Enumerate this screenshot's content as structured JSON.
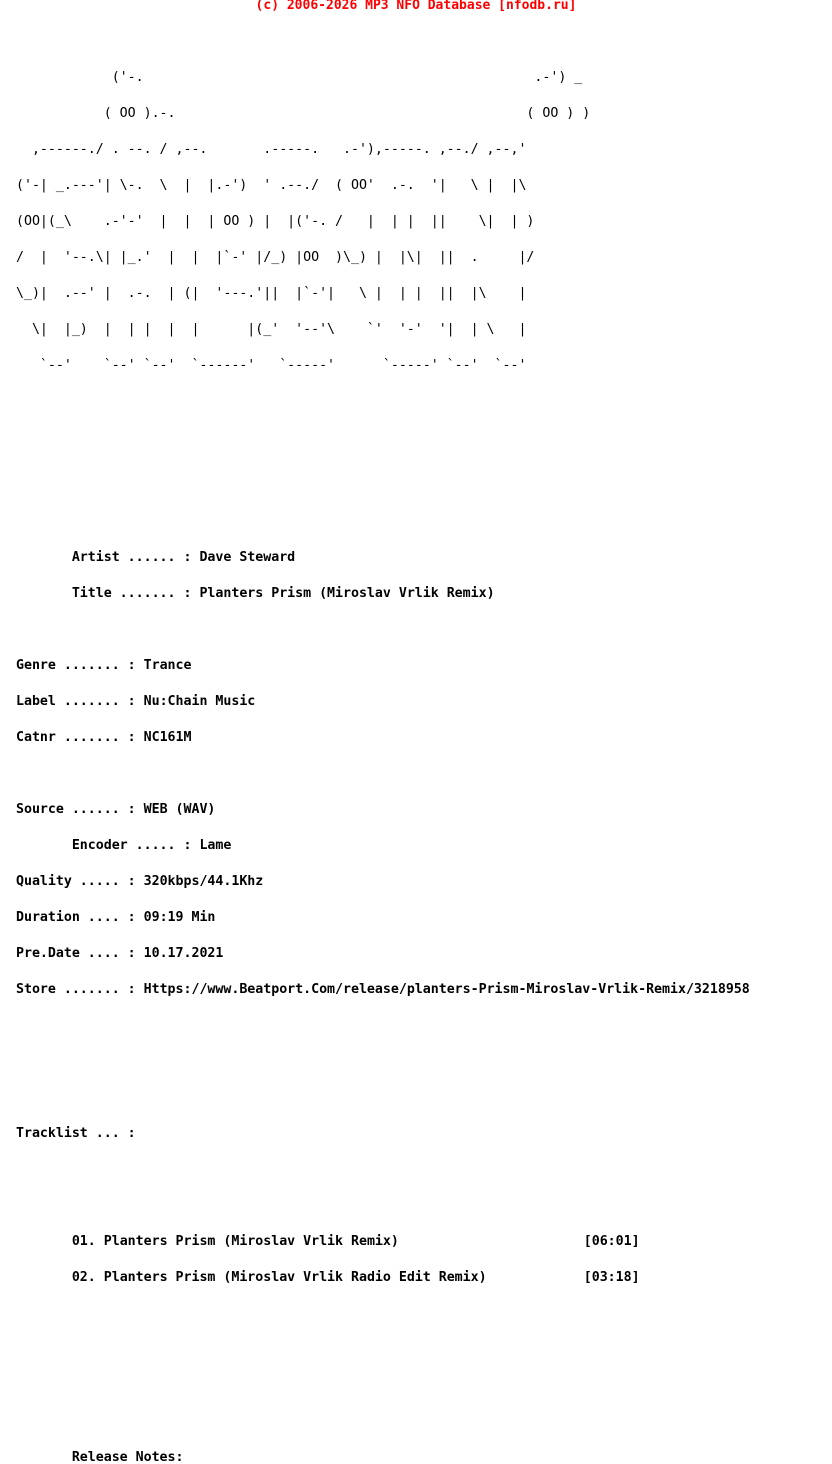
{
  "header": {
    "copyright": "(c) 2006-2026 MP3 NFO Database [nfodb.ru]",
    "copyright_color": "#ff0000"
  },
  "banner": {
    "lines": [
      "            ('-.                                                 .-') _",
      "           ( OO ).-.                                            ( OO ) )",
      "  ,------./ . --. / ,--.       .-----.   .-'),-----. ,--./ ,--,'",
      "('-| _.---'| \\-.  \\  |  |.-')  ' .--./  ( OO'  .-.  '|   \\ |  |\\",
      "(OO|(_\\    .-'-'  |  |  | OO ) |  |('-. /   |  | |  ||    \\|  | )",
      "/  |  '--.\\| |_.'  |  |  |`-' |/_) |OO  )\\_) |  |\\|  ||  .     |/",
      "\\_)|  .--' |  .-.  | (|  '---.'||  |`-'|   \\ |  | |  ||  |\\    |",
      "  \\|  |_)  |  | |  |  |      |(_'  '--'\\    `'  '-'  '|  | \\   |",
      "   `--'    `--' `--'  `------'   `-----'      `-----' `--'  `--'"
    ]
  },
  "release": {
    "artist": {
      "label": "Artist ......",
      "value": "Dave Steward"
    },
    "title": {
      "label": "Title .......",
      "value": "Planters Prism (Miroslav Vrlik Remix)"
    },
    "genre": {
      "label": "Genre .......",
      "value": "Trance"
    },
    "label": {
      "label": "Label .......",
      "value": "Nu:Chain Music"
    },
    "catnr": {
      "label": "Catnr .......",
      "value": "NC161M"
    },
    "source": {
      "label": "Source ......",
      "value": "WEB (WAV)"
    },
    "encoder": {
      "label": "Encoder .....",
      "value": "Lame"
    },
    "quality": {
      "label": "Quality .....",
      "value": "320kbps/44.1Khz"
    },
    "duration": {
      "label": "Duration ....",
      "value": "09:19 Min"
    },
    "predate": {
      "label": "Pre.Date ....",
      "value": "10.17.2021"
    },
    "store": {
      "label": "Store .......",
      "value": "Https://www.Beatport.Com/release/planters-Prism-Miroslav-Vrlik-Remix/3218958"
    }
  },
  "tracklist": {
    "heading": "Tracklist ... :",
    "tracks": [
      {
        "number": "01.",
        "title": "Planters Prism (Miroslav Vrlik Remix)",
        "duration": "[06:01]"
      },
      {
        "number": "02.",
        "title": "Planters Prism (Miroslav Vrlik Radio Edit Remix)",
        "duration": "[03:18]"
      }
    ]
  },
  "notes": {
    "heading": "Release Notes:"
  }
}
